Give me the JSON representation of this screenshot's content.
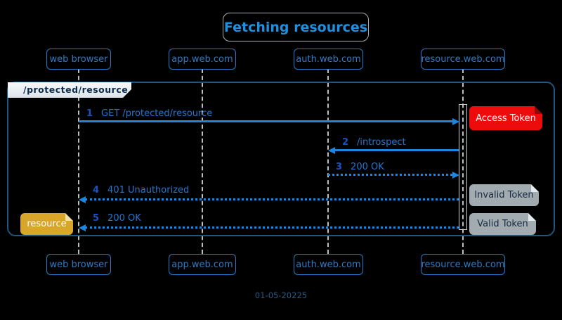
{
  "title": "Fetching resources",
  "participants": [
    {
      "label": "web browser"
    },
    {
      "label": "app.web.com"
    },
    {
      "label": "auth.web.com"
    },
    {
      "label": "resource.web.com"
    }
  ],
  "frame": {
    "label": "/protected/resource"
  },
  "messages": [
    {
      "num": "1",
      "label": "GET /protected/resource",
      "from": "web browser",
      "to": "resource.web.com",
      "line": "solid"
    },
    {
      "num": "2",
      "label": "/introspect",
      "from": "resource.web.com",
      "to": "auth.web.com",
      "line": "solid"
    },
    {
      "num": "3",
      "label": "200 OK",
      "from": "auth.web.com",
      "to": "resource.web.com",
      "line": "dotted"
    },
    {
      "num": "4",
      "label": "401 Unauthorized",
      "from": "resource.web.com",
      "to": "web browser",
      "line": "dotted"
    },
    {
      "num": "5",
      "label": "200 OK",
      "from": "resource.web.com",
      "to": "web browser",
      "line": "dotted"
    }
  ],
  "notes": [
    {
      "label": "Access Token",
      "color": "#ee0b0b"
    },
    {
      "label": "Invalid Token",
      "color": "#a2abb0"
    },
    {
      "label": "Valid Token",
      "color": "#a2abb0"
    },
    {
      "label": "resource",
      "color": "#d9a62a"
    }
  ],
  "footer": {
    "date": "01-05-20225"
  },
  "colors": {
    "background": "#000000",
    "title_text": "#1e90e0",
    "participant_border": "#2878c8",
    "arrow": "#1b86e0",
    "message_number": "#1a52c2",
    "message_text": "#2575cd",
    "frame_border": "#1f567e",
    "frame_label_bg": "#e6ebef",
    "frame_label_text": "#0d2b4d",
    "lifeline": "#b9c0c4",
    "date_text": "#265a85"
  }
}
